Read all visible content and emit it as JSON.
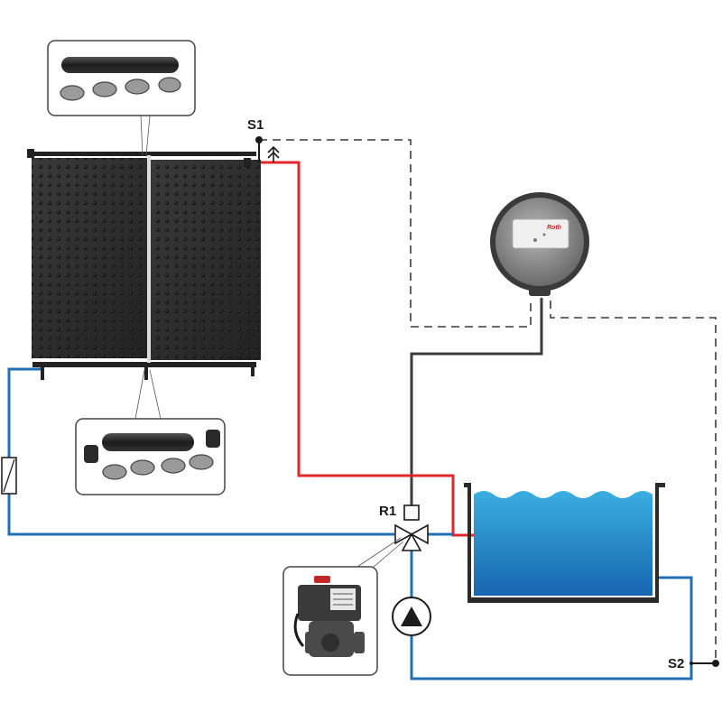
{
  "labels": {
    "sensor_top": "S1",
    "sensor_bottom": "S2",
    "valve": "R1"
  },
  "controller": {
    "brand_text": "Roth"
  },
  "colors": {
    "hot_pipe": "#e2262a",
    "cold_pipe": "#1f6fb5",
    "cable": "#3c3c3c",
    "sensor_wire": "#3c3c3c",
    "water_top": "#3aaee0",
    "water_bottom": "#1766b0",
    "panel": "#2b2b2b"
  },
  "icons": {
    "collector": "solar-collector-panel",
    "controller": "solar-controller-unit",
    "valve": "three-way-valve",
    "pump": "circulation-pump",
    "filter": "filter",
    "air_vent": "air-vent",
    "hose_kit_top": "hose-and-clamps",
    "hose_kit_bottom": "hose-clamps-and-plugs",
    "actuator": "motorized-valve-actuator",
    "pool": "pool-basin"
  }
}
